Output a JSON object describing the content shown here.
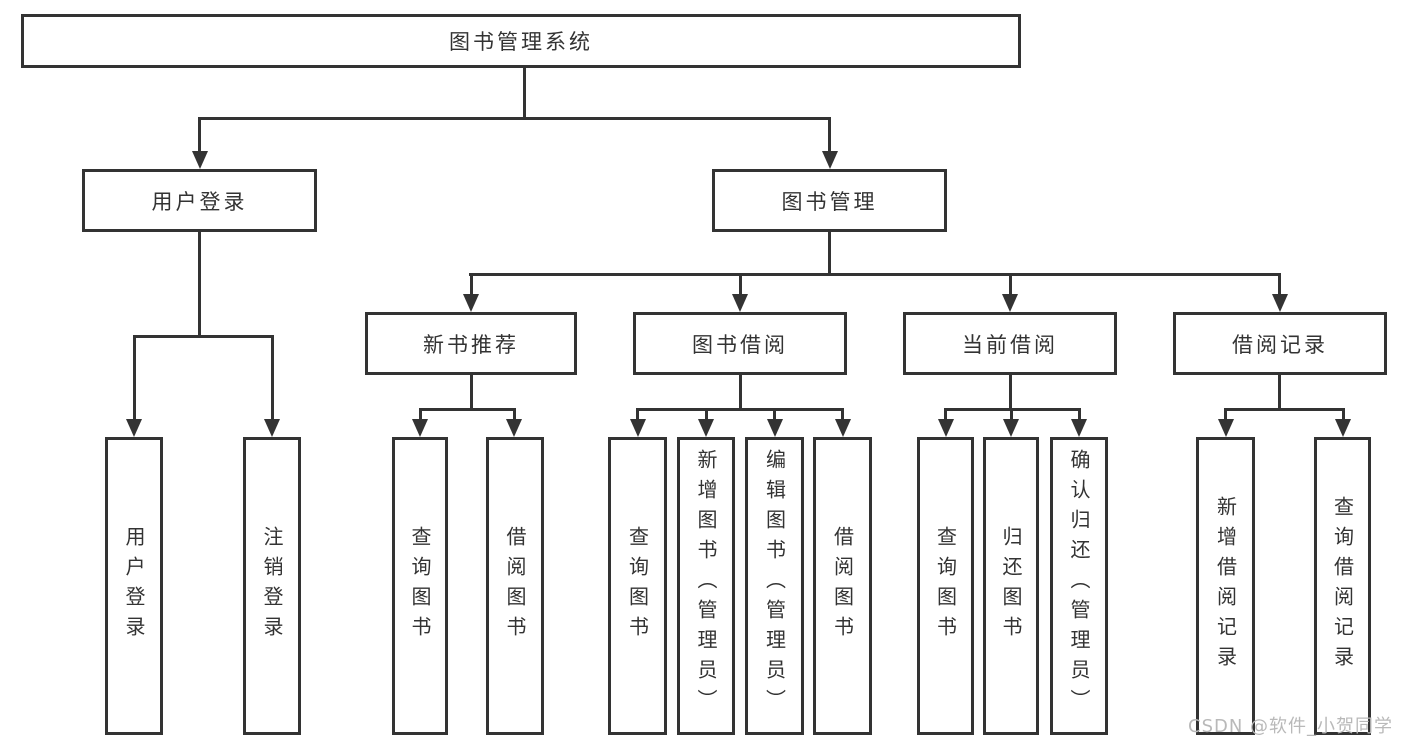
{
  "tree": {
    "label": "图书管理系统",
    "children": [
      {
        "label": "用户登录",
        "children": [
          {
            "label": "用户登录"
          },
          {
            "label": "注销登录"
          }
        ]
      },
      {
        "label": "图书管理",
        "children": [
          {
            "label": "新书推荐",
            "children": [
              {
                "label": "查询图书"
              },
              {
                "label": "借阅图书"
              }
            ]
          },
          {
            "label": "图书借阅",
            "children": [
              {
                "label": "查询图书"
              },
              {
                "label": "新增图书（管理员）"
              },
              {
                "label": "编辑图书（管理员）"
              },
              {
                "label": "借阅图书"
              }
            ]
          },
          {
            "label": "当前借阅",
            "children": [
              {
                "label": "查询图书"
              },
              {
                "label": "归还图书"
              },
              {
                "label": "确认归还（管理员）"
              }
            ]
          },
          {
            "label": "借阅记录",
            "children": [
              {
                "label": "新增借阅记录"
              },
              {
                "label": "查询借阅记录"
              }
            ]
          }
        ]
      }
    ]
  },
  "watermark": {
    "text": "CSDN @软件_小贺同学"
  },
  "colors": {
    "line": "#333333",
    "text": "#333333",
    "box_background": "#ffffff",
    "watermark": "#b9b9b9",
    "background": "#ffffff"
  }
}
